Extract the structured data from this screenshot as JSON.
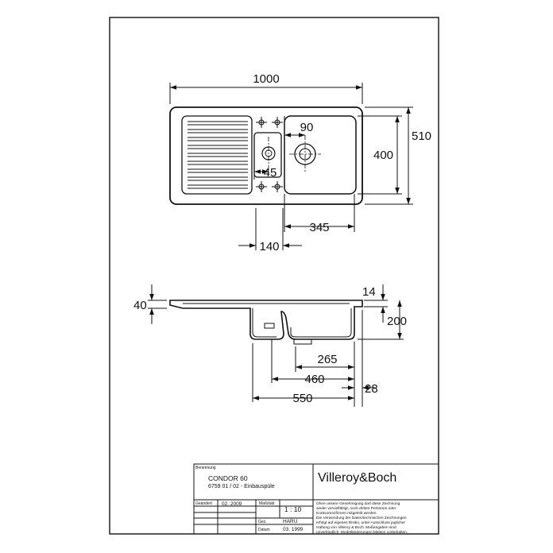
{
  "dimensions": {
    "width_1000": "1000",
    "depth_510": "510",
    "bowl_depth_400": "400",
    "bowl_offset_90": "90",
    "drain_offset_45": "45",
    "bowl_width_345": "345",
    "drain_dist_140": "140",
    "thickness_40": "40",
    "rim_14": "14",
    "height_200": "200",
    "len_265": "265",
    "len_460": "460",
    "len_550": "550",
    "edge_28": "28"
  },
  "title_block": {
    "label_benennung": "Benennung",
    "product_name": "CONDOR 60",
    "product_code": "6759 01 / 02 - Einbauspüle",
    "brand": "Villeroy&Boch",
    "label_geaendert": "Geändert",
    "changed_date": "02. 2009",
    "label_massstab": "Maßstab",
    "scale": "1 : 10",
    "label_gez": "Gez.",
    "drawn_by": "HARU",
    "label_datum": "Datum",
    "date": "03. 1999",
    "notice_lines": [
      "Ohne unsere Genehmigung darf diese Zeichnung",
      "weder vervielfältigt, noch dritten Personen oder",
      "Konkurrenzfirmen mitgeteilt werden.",
      "Die Verwendung der Daten/technischen Zeichnungen",
      "erfolgt auf eigenes Risiko, unter Ausschluss jeglicher",
      "Haftung von Villeroy & Boch. Maßangaben sind",
      "unverbindlich. Modelländerungen bleiben vorbehalten."
    ]
  }
}
